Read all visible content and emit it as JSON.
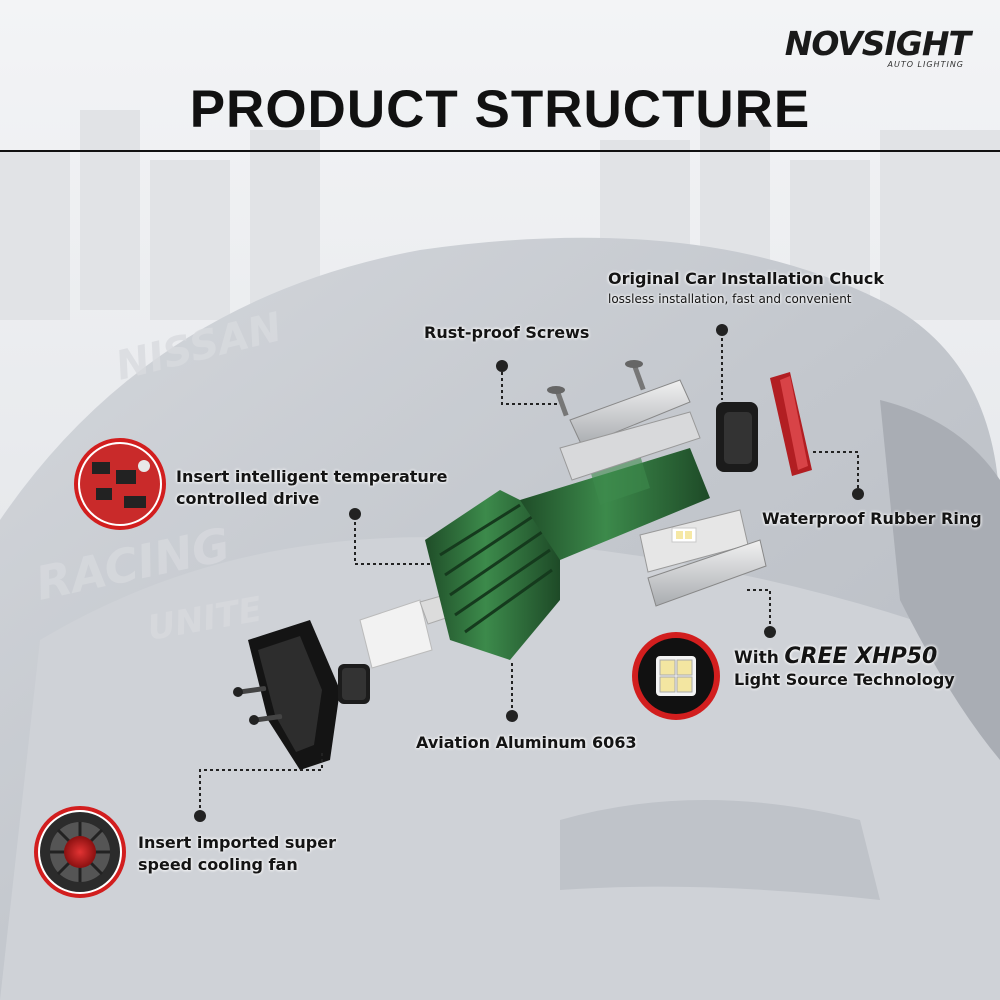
{
  "logo": {
    "brand": "NOVSIGHT",
    "tagline": "AUTO LIGHTING"
  },
  "title": "PRODUCT STRUCTURE",
  "labels": {
    "chuck_title": "Original Car Installation Chuck",
    "chuck_sub": "lossless installation, fast and convenient",
    "screws": "Rust-proof Screws",
    "drive_line1": "Insert intelligent temperature",
    "drive_line2": "controlled drive",
    "ring": "Waterproof Rubber Ring",
    "cree_with": "With",
    "cree_brand": "CREE XHP50",
    "cree_line2": "Light Source Technology",
    "aluminum": "Aviation Aluminum 6063",
    "fan_line1": "Insert imported super",
    "fan_line2": "speed cooling fan"
  },
  "colors": {
    "accent_red": "#d21e1e",
    "housing_green": "#2f6b3a",
    "text": "#141414"
  }
}
